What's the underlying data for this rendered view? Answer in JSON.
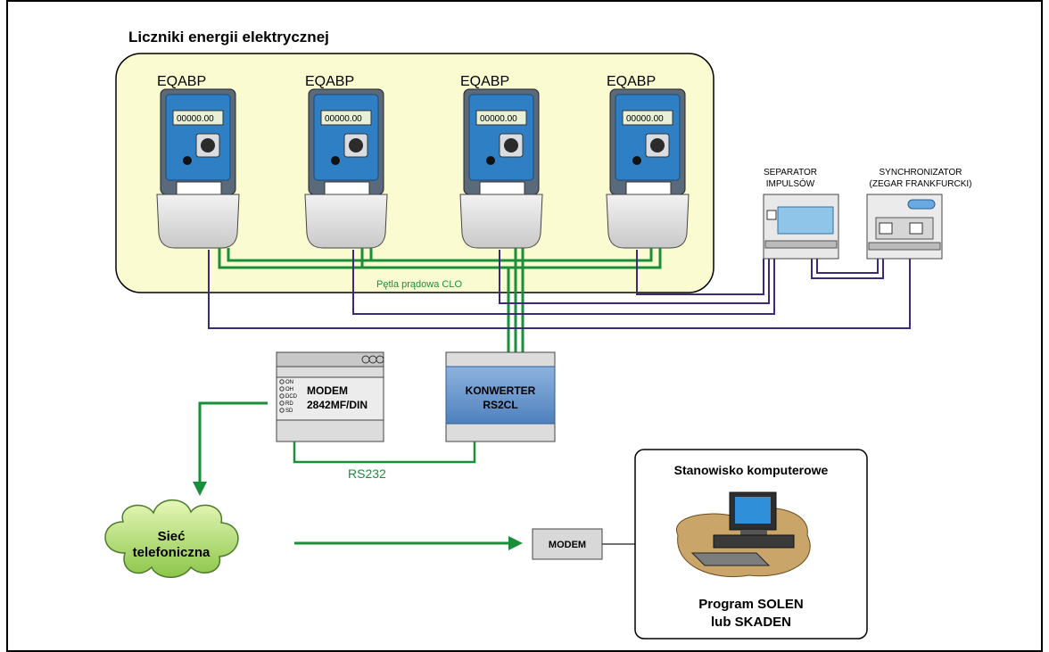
{
  "title": "Liczniki energii elektrycznej",
  "meters": [
    {
      "label": "EQABP",
      "display": "00000.00"
    },
    {
      "label": "EQABP",
      "display": "00000.00"
    },
    {
      "label": "EQABP",
      "display": "00000.00"
    },
    {
      "label": "EQABP",
      "display": "00000.00"
    }
  ],
  "loop_label": "Pętla prądowa CLO",
  "separator": {
    "line1": "SEPARATOR",
    "line2": "IMPULSÓW"
  },
  "synchronizer": {
    "line1": "SYNCHRONIZATOR",
    "line2": "(ZEGAR FRANKFURCKI)"
  },
  "modem_din": {
    "line1": "MODEM",
    "line2": "2842MF/DIN",
    "leds": [
      "ON",
      "OH",
      "DCD",
      "RD",
      "SD"
    ]
  },
  "converter": {
    "line1": "KONWERTER",
    "line2": "RS2CL"
  },
  "rs232_label": "RS232",
  "cloud": {
    "line1": "Sieć",
    "line2": "telefoniczna"
  },
  "modem_box": "MODEM",
  "workstation": {
    "title": "Stanowisko komputerowe",
    "line1": "Program SOLEN",
    "line2": "lub SKADEN"
  },
  "colors": {
    "panel": "#fbfbd2",
    "meter_blue": "#2f7fc4",
    "green_line": "#1a8f3a",
    "purple_line": "#3b2a7a",
    "module_body": "#dcdcdc",
    "converter_face": "#6e98cc",
    "cloud": "#b9e27a"
  }
}
